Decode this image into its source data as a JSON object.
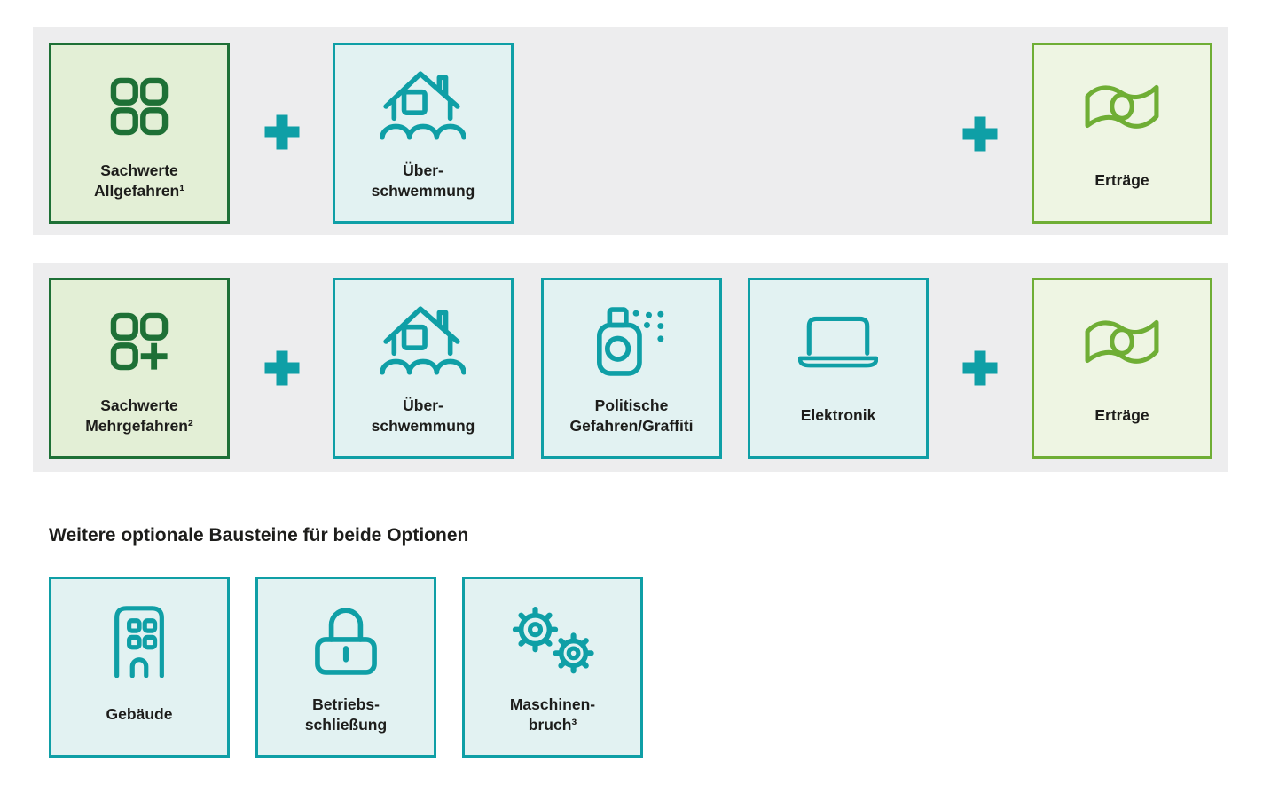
{
  "colors": {
    "page_bg": "#ffffff",
    "band_bg": "#ededee",
    "teal": "#0f9fa6",
    "teal_fill": "#e2f2f2",
    "dark_green": "#1e7036",
    "dark_green_fill": "#e3efd6",
    "lime_green": "#6fae35",
    "lime_green_fill": "#eef5e3",
    "text": "#1d1d1b"
  },
  "option1": {
    "boxes": [
      {
        "label": "Sachwerte\nAllgefahren¹",
        "icon": "grid-icon",
        "variant": "dark-green"
      },
      {
        "label": "Über-\nschwemmung",
        "icon": "flood-house-icon",
        "variant": "teal"
      },
      {
        "label": "Erträge",
        "icon": "banknote-icon",
        "variant": "lime-green"
      }
    ]
  },
  "option2": {
    "boxes": [
      {
        "label": "Sachwerte\nMehrgefahren²",
        "icon": "grid-plus-icon",
        "variant": "dark-green"
      },
      {
        "label": "Über-\nschwemmung",
        "icon": "flood-house-icon",
        "variant": "teal"
      },
      {
        "label": "Politische\nGefahren/Graffiti",
        "icon": "spray-can-icon",
        "variant": "teal"
      },
      {
        "label": "Elektronik",
        "icon": "laptop-icon",
        "variant": "teal"
      },
      {
        "label": "Erträge",
        "icon": "banknote-icon",
        "variant": "lime-green"
      }
    ]
  },
  "optional_section": {
    "heading": "Weitere optionale Bausteine für beide Optionen",
    "boxes": [
      {
        "label": "Gebäude",
        "icon": "building-icon",
        "variant": "teal"
      },
      {
        "label": "Betriebs-\nschließung",
        "icon": "lock-icon",
        "variant": "teal"
      },
      {
        "label": "Maschinen-\nbruch³",
        "icon": "gears-icon",
        "variant": "teal"
      }
    ]
  }
}
